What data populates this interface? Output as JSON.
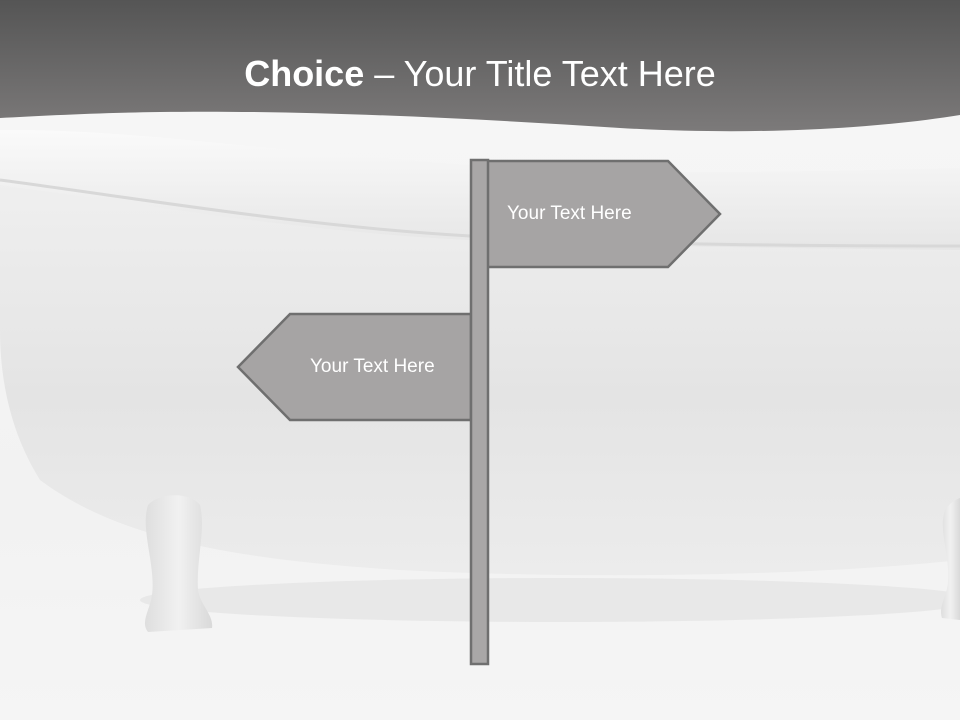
{
  "slide": {
    "title_bold": "Choice",
    "title_rest": " – Your Title Text Here"
  },
  "signs": {
    "right_label": "Your Text Here",
    "left_label": "Your Text Here"
  },
  "colors": {
    "header_dark": "#555555",
    "header_light": "#7a7a7a",
    "sign_fill": "#a6a4a4",
    "sign_border": "#6f6f6f",
    "post_fill": "#a9a7a7",
    "bathtub_fill": "#e9e9e9"
  }
}
